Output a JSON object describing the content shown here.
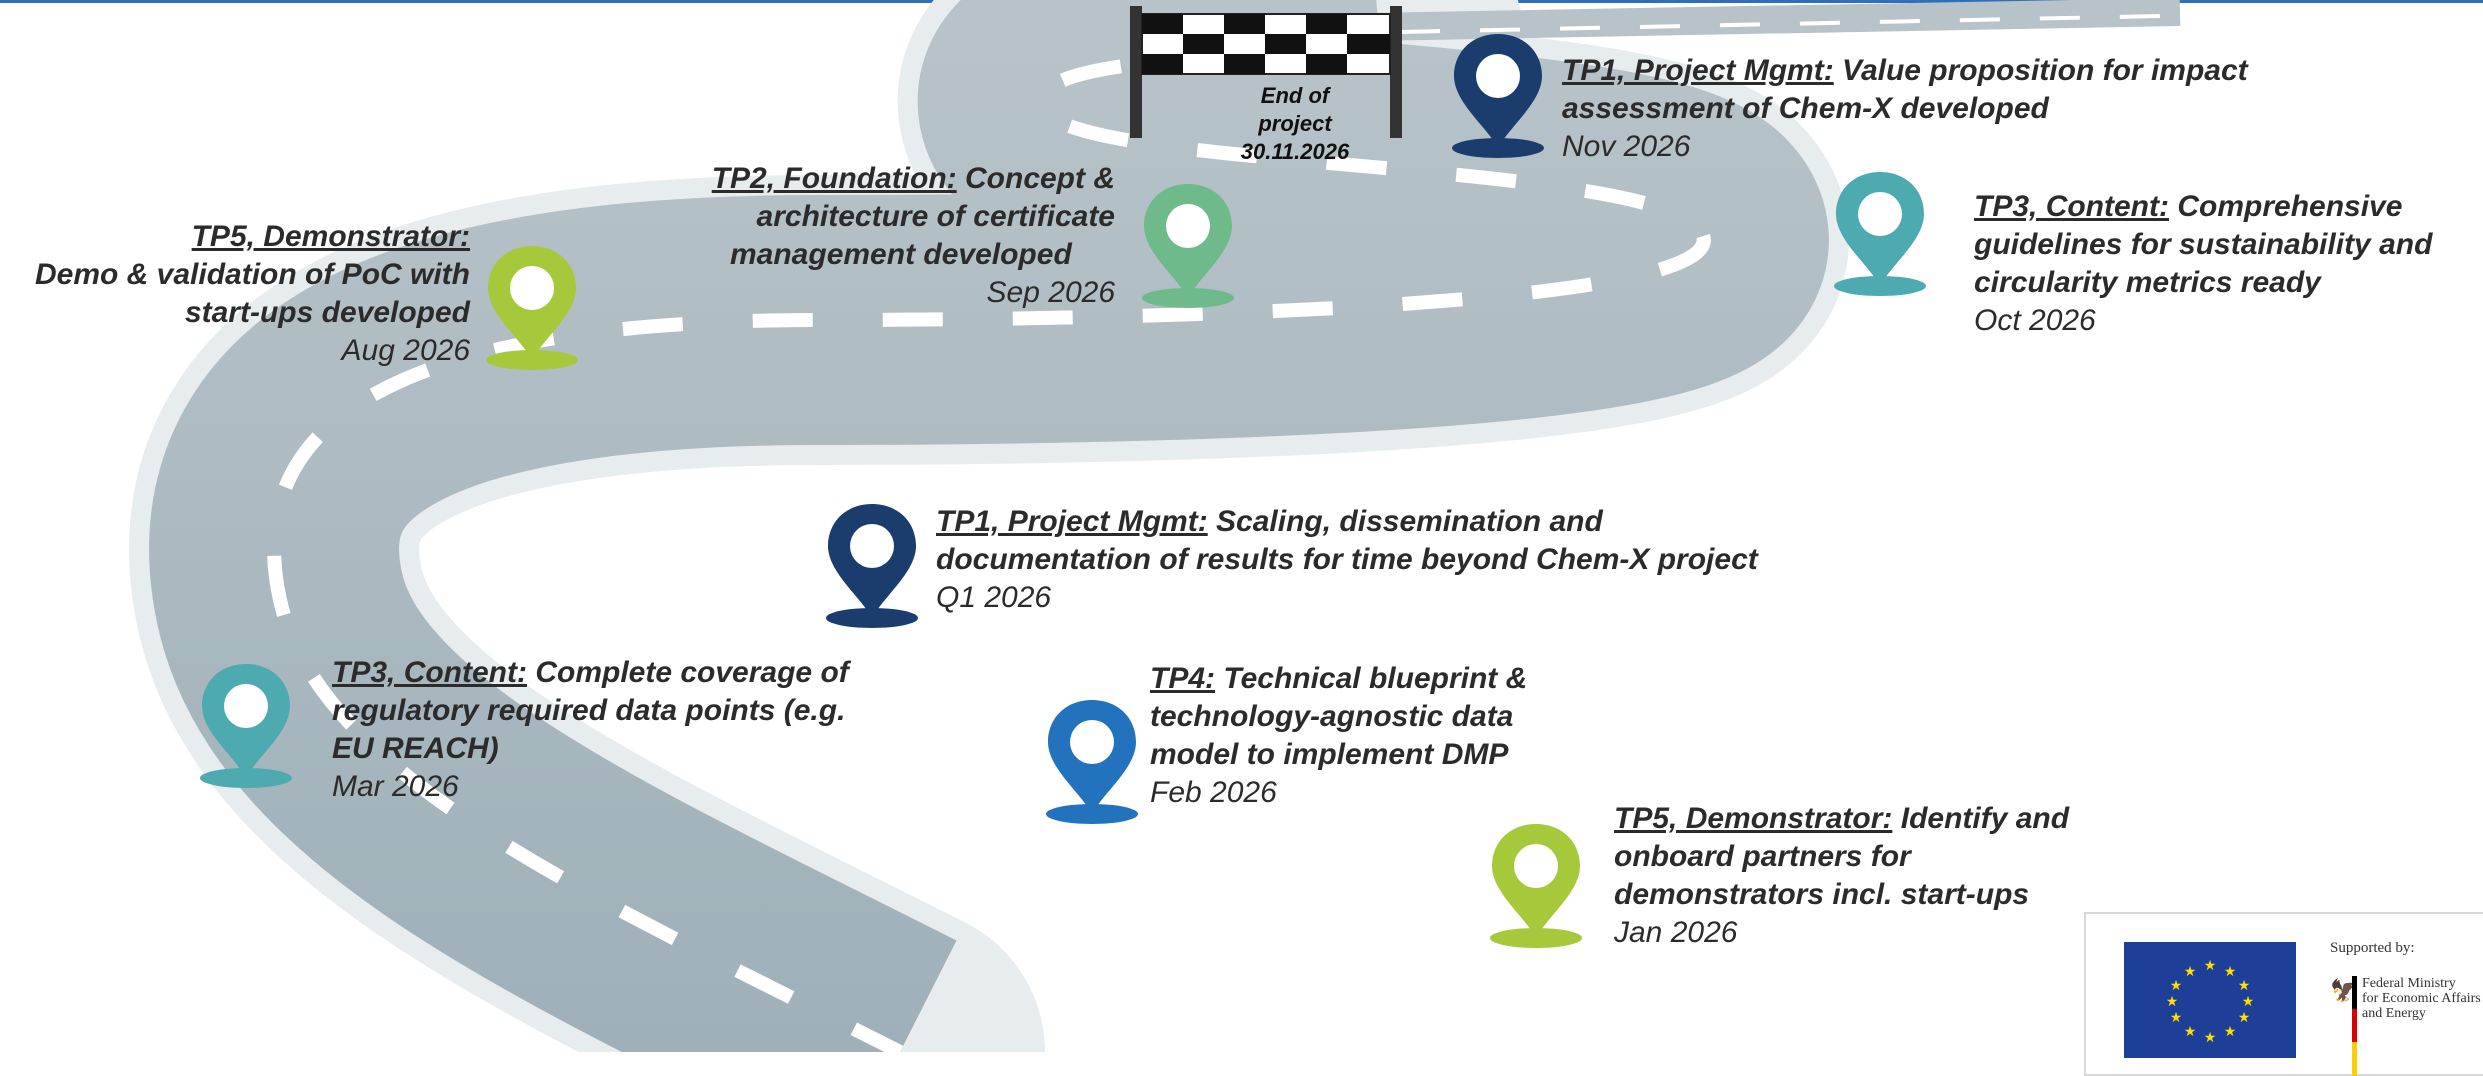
{
  "finish": {
    "line1": "End of",
    "line2": "project",
    "date": "30.11.2026"
  },
  "milestones": [
    {
      "id": "nov",
      "label": "TP1, Project Mgmt:",
      "text1": "Value proposition for impact",
      "text2": "assessment of Chem-X developed",
      "text3": "",
      "date": "Nov 2026",
      "color": "#1b3d6e"
    },
    {
      "id": "oct",
      "label": "TP3, Content:",
      "text1": "Comprehensive",
      "text2": "guidelines for sustainability and",
      "text3": "circularity metrics ready",
      "date": "Oct 2026",
      "color": "#4eaab1"
    },
    {
      "id": "sep",
      "label": "TP2, Foundation:",
      "text1": "Concept &",
      "text2": "architecture of certificate",
      "text3": "management developed",
      "date": "Sep 2026",
      "color": "#6fba8a"
    },
    {
      "id": "aug",
      "label": "TP5, Demonstrator:",
      "text1": "Demo & validation of PoC with",
      "text2": "start-ups developed",
      "text3": "",
      "date": "Aug 2026",
      "color": "#a6c93b"
    },
    {
      "id": "q1",
      "label": "TP1, Project Mgmt:",
      "text1": "Scaling, dissemination and",
      "text2": "documentation of results for time beyond Chem-X project",
      "text3": "",
      "date": "Q1 2026",
      "color": "#1b3d6e"
    },
    {
      "id": "mar",
      "label": "TP3, Content:",
      "text1": "Complete coverage of",
      "text2": "regulatory required data points (e.g.",
      "text3": "EU REACH)",
      "date": "Mar 2026",
      "color": "#4eaab1"
    },
    {
      "id": "feb",
      "label": "TP4:",
      "text1": "Technical blueprint &",
      "text2": "technology-agnostic data",
      "text3": "model to implement DMP",
      "date": "Feb 2026",
      "color": "#2372bd"
    },
    {
      "id": "jan",
      "label": "TP5, Demonstrator:",
      "text1": "Identify and",
      "text2": "onboard partners for",
      "text3": "demonstrators incl. start-ups",
      "date": "Jan 2026",
      "color": "#a6c93b"
    }
  ],
  "sponsor": {
    "supported_by": "Supported by:",
    "ministry_line1": "Federal Ministry",
    "ministry_line2": "for Economic Affairs",
    "ministry_line3": "and Energy"
  }
}
